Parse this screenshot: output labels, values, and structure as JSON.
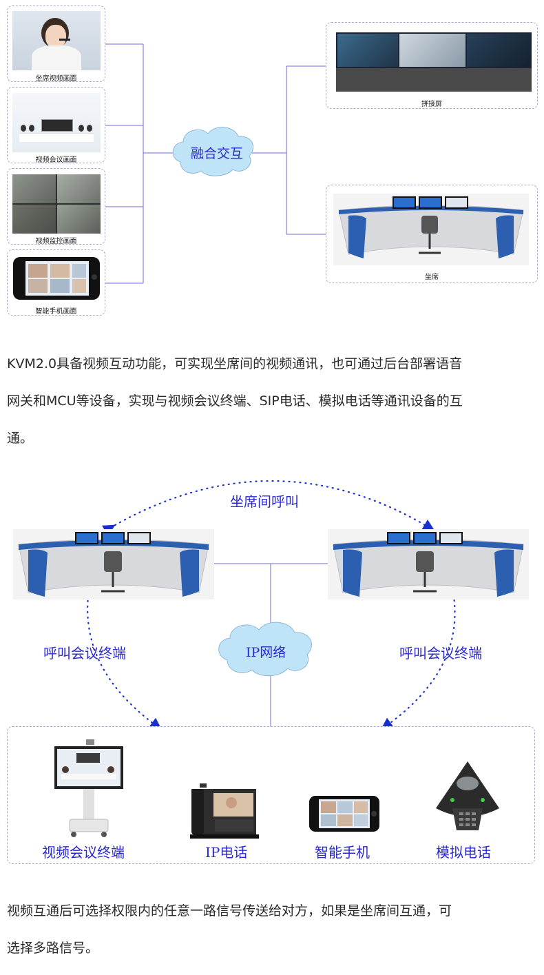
{
  "top_diagram": {
    "left_cards": [
      {
        "label": "坐席视频画面",
        "icon": "headset-operator-photo"
      },
      {
        "label": "视频会议画面",
        "icon": "conference-room-photo"
      },
      {
        "label": "视频监控画面",
        "icon": "surveillance-grid-photo"
      },
      {
        "label": "智能手机画面",
        "icon": "smartphone-photo"
      }
    ],
    "hub_label": "融合交互",
    "right_cards": [
      {
        "label": "拼接屏",
        "icon": "video-wall-photo"
      },
      {
        "label": "坐席",
        "icon": "console-desk-photo"
      }
    ]
  },
  "paragraph1": {
    "line1": "KVM2.0具备视频互动功能，可实现坐席间的视频通讯，也可通过后台部署语音",
    "line2": "网关和MCU等设备，实现与视频会议终端、SIP电话、模拟电话等通讯设备的互",
    "line3": "通。"
  },
  "bottom_diagram": {
    "top_arc_label": "坐席间呼叫",
    "hub_label": "IP网络",
    "left_arc_label": "呼叫会议终端",
    "right_arc_label": "呼叫会议终端",
    "devices": [
      {
        "label": "视频会议终端",
        "icon": "conference-terminal-icon"
      },
      {
        "label": "IP电话",
        "icon": "ip-phone-icon"
      },
      {
        "label": "智能手机",
        "icon": "smartphone-icon"
      },
      {
        "label": "模拟电话",
        "icon": "conference-speakerphone-icon"
      }
    ]
  },
  "paragraph2": {
    "line1": "视频互通后可选择权限内的任意一路信号传送给对方，如果是坐席间互通，可",
    "line2": "选择多路信号。"
  },
  "colors": {
    "line_blue": "#6b6bd6",
    "dot_blue": "#1a2fd0",
    "label_blue": "#2a2ad0",
    "cloud_fill": "#bfe4f8",
    "console_blue": "#2c5fb0"
  }
}
